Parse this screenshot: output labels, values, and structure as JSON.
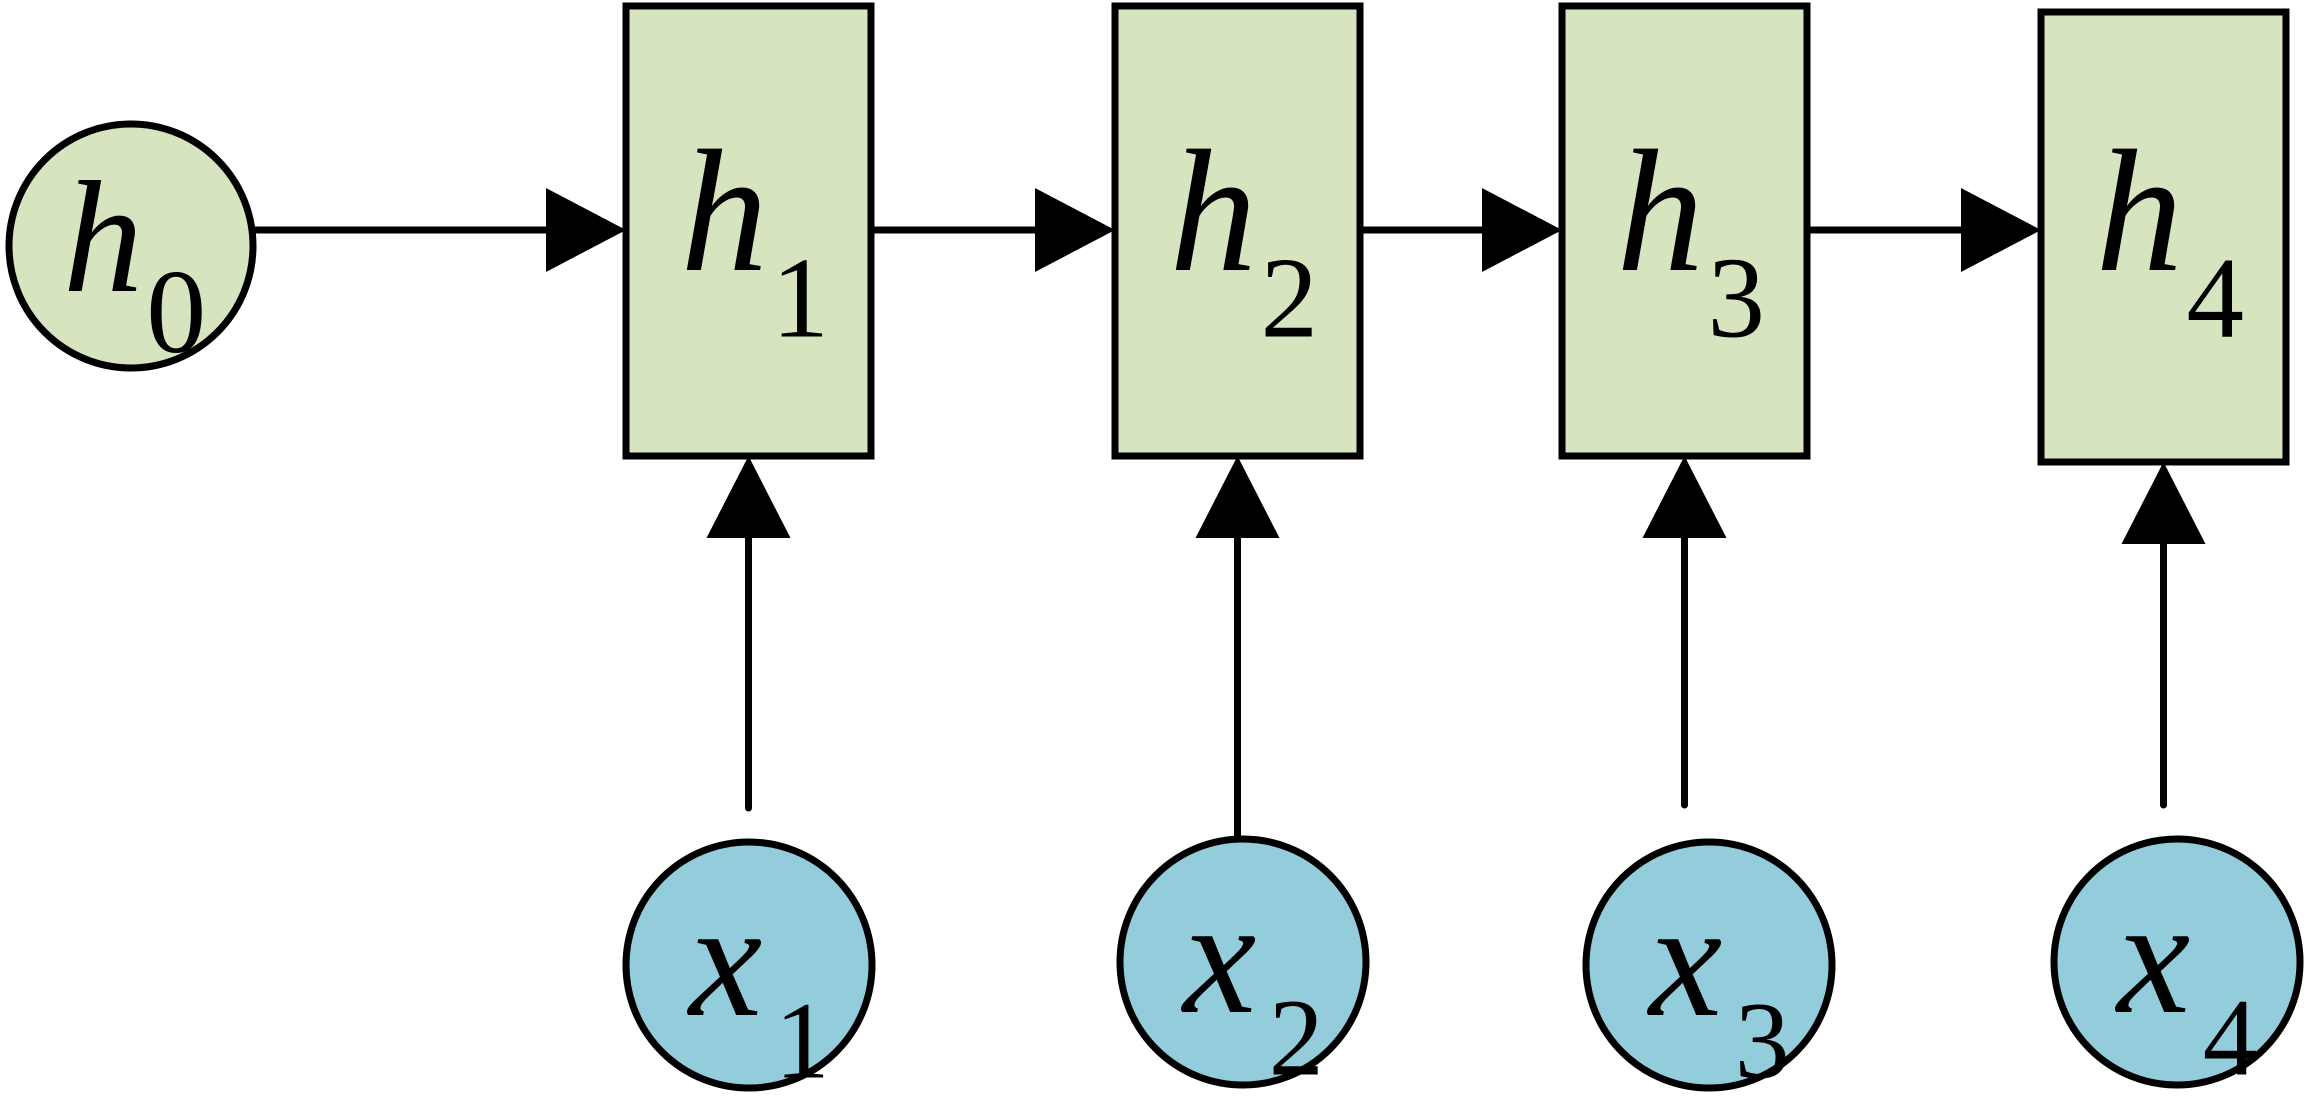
{
  "colors": {
    "hidden_fill": "#d6e4c0",
    "input_fill": "#93cddc",
    "stroke": "#000000",
    "background": "#ffffff"
  },
  "initial_state": {
    "symbol": "h",
    "subscript": "0"
  },
  "hidden_states": [
    {
      "symbol": "h",
      "subscript": "1"
    },
    {
      "symbol": "h",
      "subscript": "2"
    },
    {
      "symbol": "h",
      "subscript": "3"
    },
    {
      "symbol": "h",
      "subscript": "4"
    }
  ],
  "inputs": [
    {
      "symbol": "x",
      "subscript": "1"
    },
    {
      "symbol": "x",
      "subscript": "2"
    },
    {
      "symbol": "x",
      "subscript": "3"
    },
    {
      "symbol": "x",
      "subscript": "4"
    }
  ]
}
